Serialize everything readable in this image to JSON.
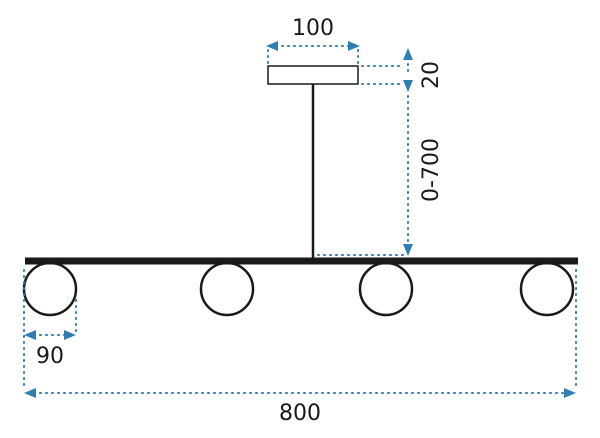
{
  "dimensions": {
    "canopy_width": "100",
    "canopy_height": "20",
    "rod_length": "0-700",
    "globe_diameter": "90",
    "total_width": "800"
  },
  "colors": {
    "dimension_line": "#2f7fb5",
    "fixture": "#1a1a1a"
  }
}
